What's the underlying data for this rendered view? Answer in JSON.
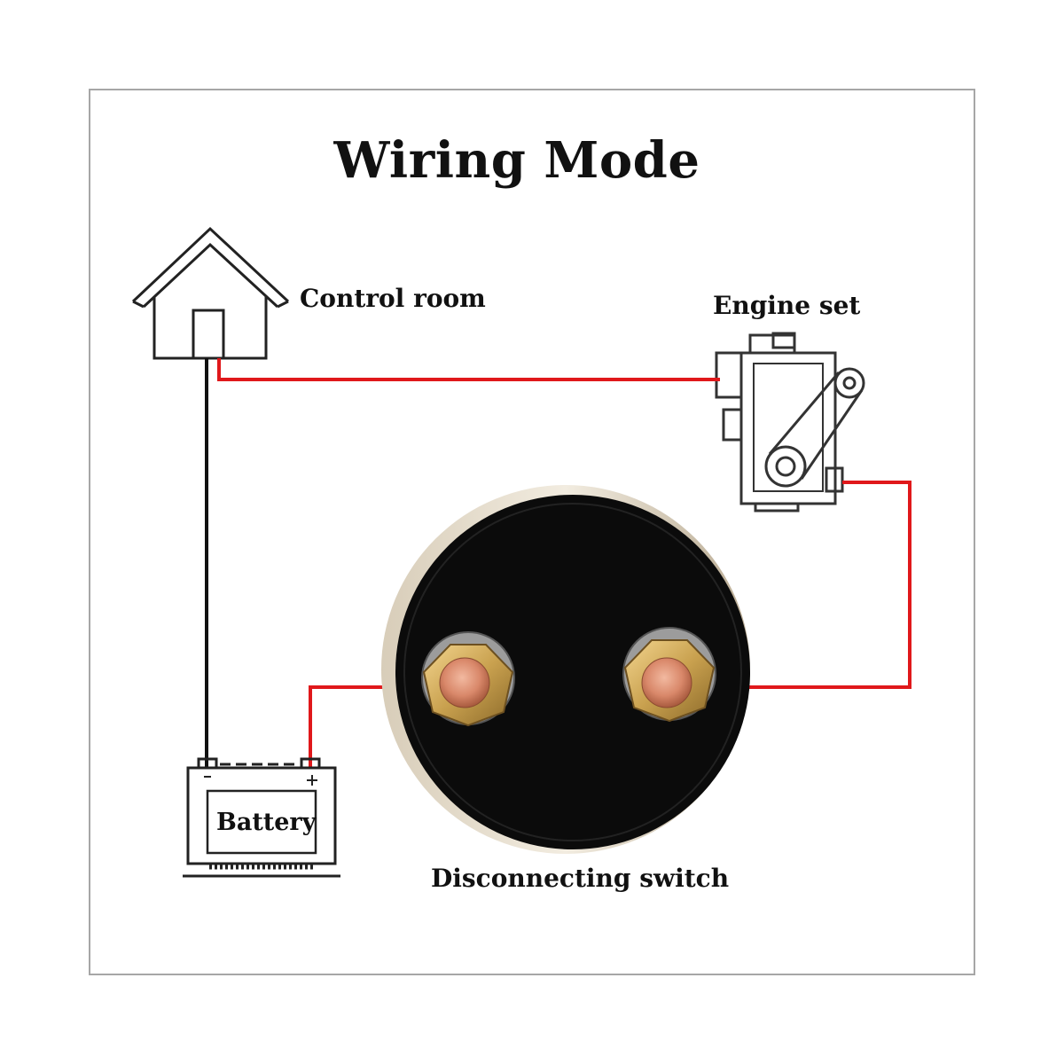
{
  "title": "Wiring Mode",
  "labels": {
    "control_room": "Control room",
    "engine_set": "Engine set",
    "battery": "Battery",
    "disconnecting_switch": "Disconnecting switch"
  },
  "colors": {
    "wire_positive": "#e0181b",
    "wire_negative": "#111111",
    "frame_border": "#a6a6a6",
    "switch_body": "#0b0b0b",
    "terminal_copper": "#d9886a",
    "terminal_brass": "#c9a14f"
  },
  "icons": [
    "house-icon",
    "engine-icon",
    "battery-icon",
    "switch-icon"
  ]
}
